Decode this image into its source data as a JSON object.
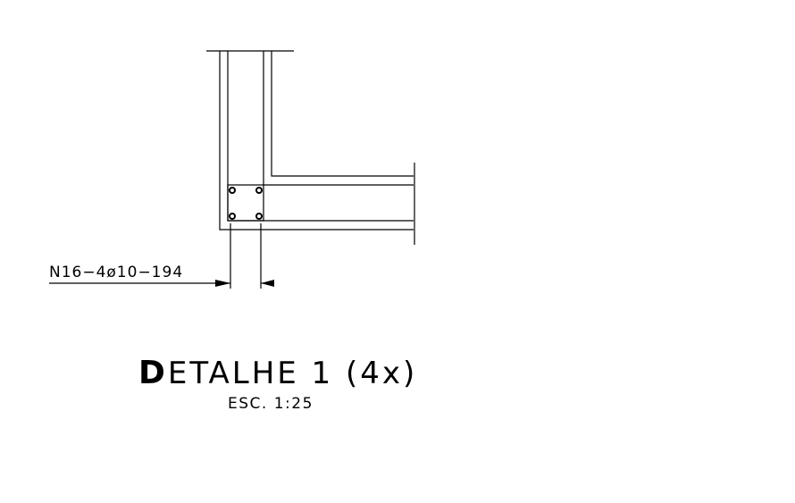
{
  "drawing": {
    "rebar_label": "N16−4ø10−194",
    "title_first_letter": "D",
    "title_rest": "ETALHE 1 (4x)",
    "scale_label": "ESC. 1:25"
  }
}
